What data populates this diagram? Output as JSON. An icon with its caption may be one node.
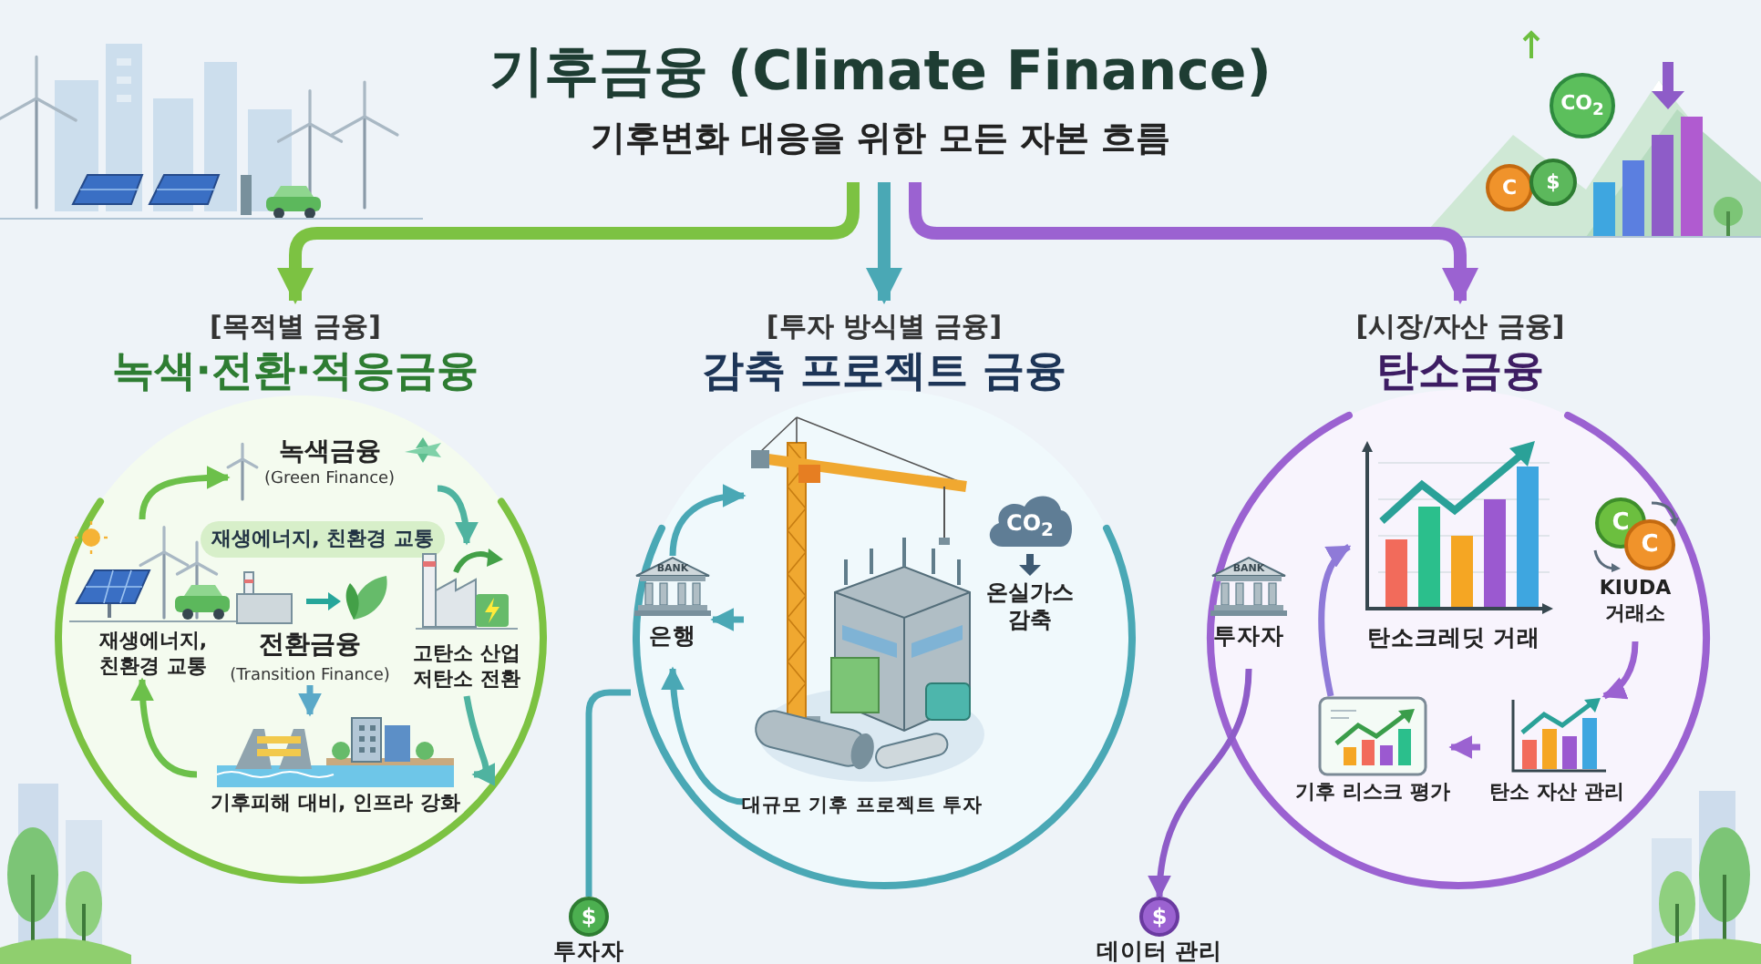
{
  "diagram": {
    "nodes": [
      {
        "text": [
          "기후금융 (Climate Finance)",
          "기후변화 대응을 위한 모든 자본 흐름"
        ]
      },
      {
        "text": [
          "[목적별 금융]",
          "녹색·전환·적응금융"
        ]
      },
      {
        "text": [
          "녹색금융",
          "(Green Finance)"
        ],
        "in": 1
      },
      {
        "text": [
          "재생에너지, 친환경 교통"
        ],
        "in": 1
      },
      {
        "text": [
          "재생에너지, 친환경 교통"
        ],
        "in": 1
      },
      {
        "text": [
          "전환금융",
          "(Transition Finance)"
        ],
        "in": 1
      },
      {
        "text": [
          "고탄소 산업 저탄소 전환"
        ],
        "in": 1
      },
      {
        "text": [
          "기후피해 대비, 인프라 강화"
        ],
        "in": 1
      },
      {
        "text": [
          "[투자 방식별 금융]",
          "감축 프로젝트 금융"
        ]
      },
      {
        "text": [
          "BANK",
          "은행"
        ],
        "in": 8
      },
      {
        "text": [
          "대규모 기후 프로젝트 투자"
        ],
        "in": 8
      },
      {
        "text": [
          "CO$_{2}$",
          "온실가스 감축"
        ],
        "in": 8
      },
      {
        "text": [
          "[시장/자산 금융]",
          "탄소금융"
        ]
      },
      {
        "text": [
          "BANK",
          "투자자"
        ],
        "in": 12
      },
      {
        "text": [
          "탄소크레딧 거래"
        ],
        "in": 12
      },
      {
        "text": [
          "C",
          "C",
          "KIUDA 거래소"
        ],
        "in": 12
      },
      {
        "text": [
          "탄소 자산 관리"
        ],
        "in": 12
      },
      {
        "text": [
          "기후 리스크 평가"
        ],
        "in": 12
      },
      {
        "text": [
          "$",
          "투자자"
        ]
      },
      {
        "text": [
          "$",
          "데이터 관리"
        ]
      }
    ],
    "edges": [
      {
        "from": 0,
        "to": 1,
        "arrow": "to",
        "style": "thick",
        "color": "#7cc242"
      },
      {
        "from": 0,
        "to": 8,
        "arrow": "to",
        "style": "thick",
        "color": "#4aa8b5"
      },
      {
        "from": 0,
        "to": 12,
        "arrow": "to",
        "style": "thick",
        "color": "#9b62d1"
      },
      {
        "from": 4,
        "to": 2,
        "arrow": "to",
        "color": "#6cc04a"
      },
      {
        "from": 2,
        "to": 6,
        "arrow": "to",
        "color": "#4fb3a0"
      },
      {
        "from": 6,
        "to": 7,
        "arrow": "to",
        "color": "#4fb3a0"
      },
      {
        "from": 7,
        "to": 4,
        "arrow": "to",
        "color": "#6cc04a"
      },
      {
        "from": 5,
        "to": 7,
        "arrow": "to",
        "color": "#5aa9c8"
      },
      {
        "from": 9,
        "to": 10,
        "arrow": "to",
        "color": "#4aa8b5"
      },
      {
        "from": 10,
        "to": 9,
        "arrow": "to",
        "color": "#4aa8b5"
      },
      {
        "from": 10,
        "to": 9,
        "arrow": "to",
        "color": "#4aa8b5"
      },
      {
        "from": 18,
        "to": 8,
        "arrow": "none",
        "color": "#4aa8b5"
      },
      {
        "from": 17,
        "to": 14,
        "arrow": "to",
        "color": "#8f7ad8"
      },
      {
        "from": 15,
        "to": 16,
        "arrow": "to",
        "color": "#9b62d1"
      },
      {
        "from": 16,
        "to": 17,
        "arrow": "to",
        "color": "#9b62d1"
      },
      {
        "from": 13,
        "to": 19,
        "arrow": "to",
        "color": "#8e5cc8"
      }
    ],
    "labels": [
      "CO$_{2}$",
      "C",
      "$"
    ]
  }
}
